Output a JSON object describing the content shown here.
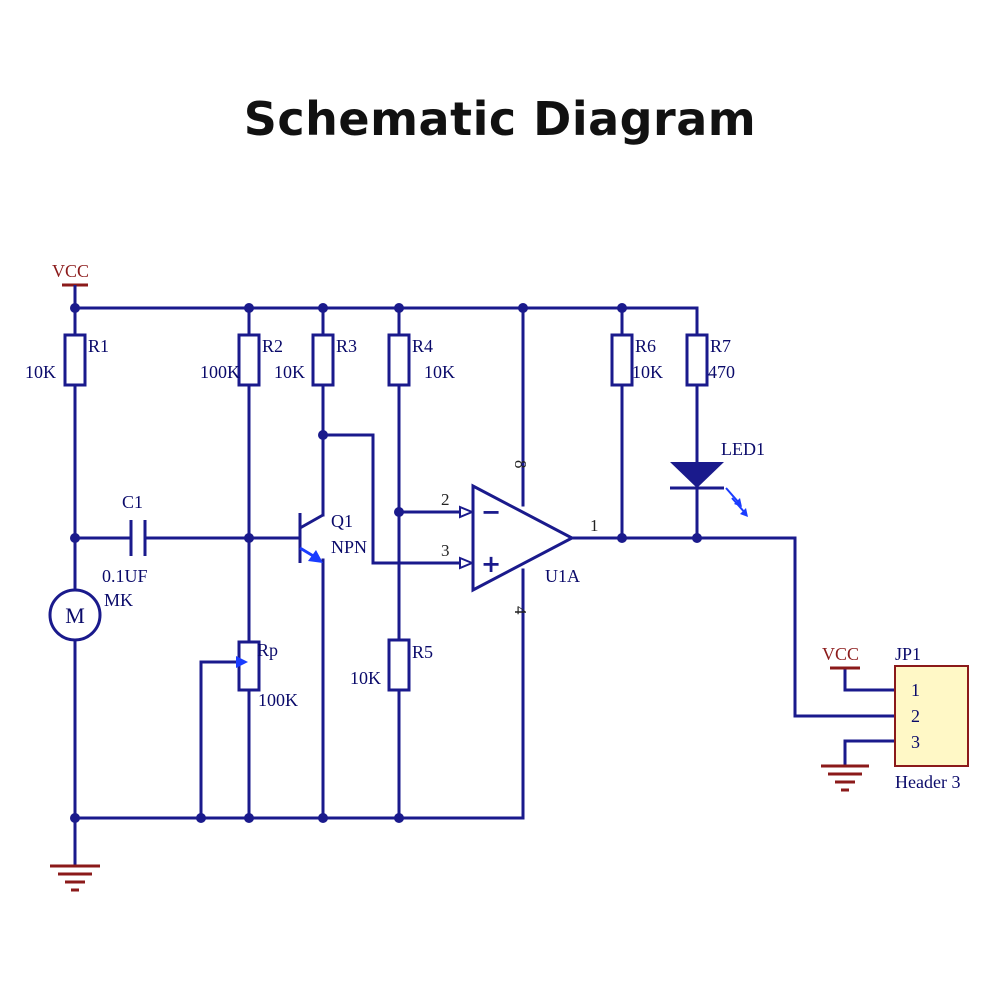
{
  "title": "Schematic Diagram",
  "colors": {
    "wire": "#1a1a8c",
    "component": "#1a1a8c",
    "label": "#0a0a6a",
    "power_label": "#8b1a1a",
    "ground": "#8b1a1a",
    "header_fill": "#fff8c6",
    "header_stroke": "#8b1a1a",
    "transistor_accent": "#1a3cff"
  },
  "power": {
    "vcc_label": "VCC",
    "jp_vcc_label": "VCC"
  },
  "components": {
    "r1": {
      "ref": "R1",
      "value": "10K"
    },
    "r2": {
      "ref": "R2",
      "value": "100K"
    },
    "r3": {
      "ref": "R3",
      "value": "10K"
    },
    "r4": {
      "ref": "R4",
      "value": "10K"
    },
    "r5": {
      "ref": "R5",
      "value": "10K"
    },
    "r6": {
      "ref": "R6",
      "value": "10K"
    },
    "r7": {
      "ref": "R7",
      "value": "470"
    },
    "c1": {
      "ref": "C1",
      "value": "0.1UF"
    },
    "mic": {
      "symbol": "M",
      "value": "MK"
    },
    "rp": {
      "ref": "Rp",
      "value": "100K"
    },
    "q1": {
      "ref": "Q1",
      "type": "NPN"
    },
    "u1": {
      "ref": "U1A",
      "pin_inv": "2",
      "pin_noninv": "3",
      "pin_out": "1",
      "pin_vcc": "8",
      "pin_gnd": "4",
      "sign_minus": "−",
      "sign_plus": "+"
    },
    "led": {
      "ref": "LED1"
    },
    "jp1": {
      "ref": "JP1",
      "name": "Header 3",
      "pins": [
        "1",
        "2",
        "3"
      ]
    }
  }
}
